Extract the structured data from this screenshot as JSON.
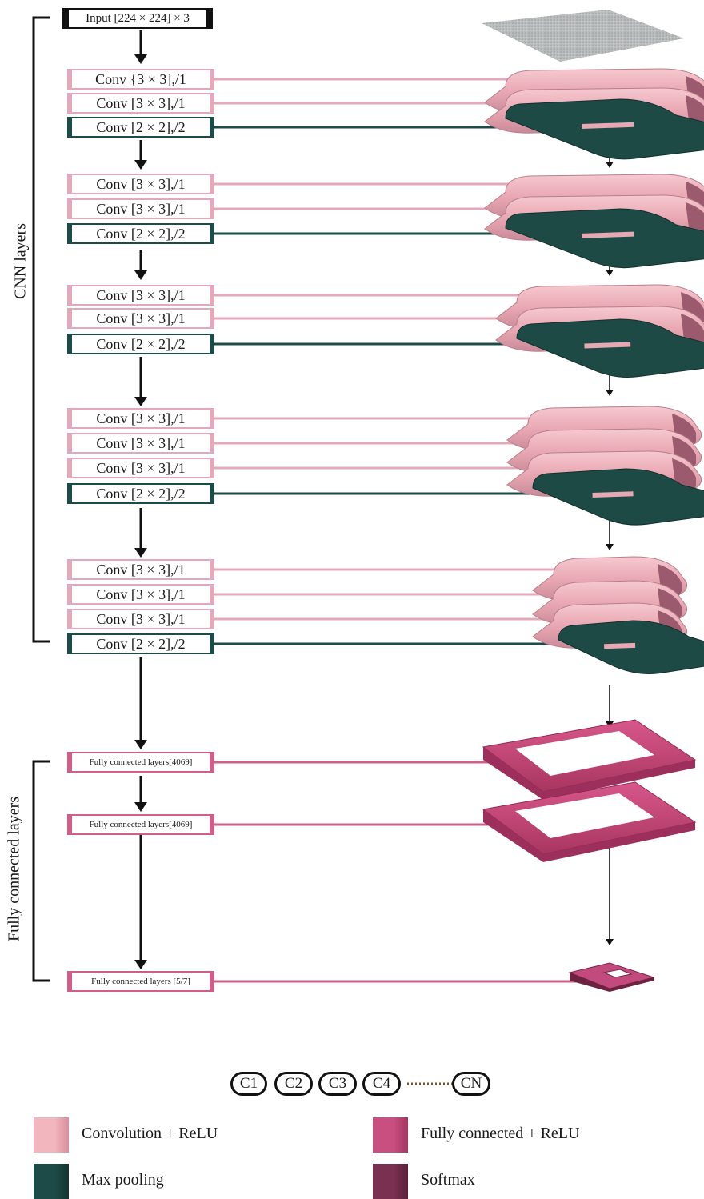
{
  "input": {
    "label": "Input [224 × 224] × 3"
  },
  "side_labels": {
    "cnn": "CNN layers",
    "fc": "Fully connected layers"
  },
  "layers": [
    {
      "label": "Conv {3 × 3],/1",
      "kind": "conv"
    },
    {
      "label": "Conv [3 × 3],/1",
      "kind": "conv"
    },
    {
      "label": "Conv [2 × 2],/2",
      "kind": "pool"
    },
    {
      "label": "Conv [3 × 3],/1",
      "kind": "conv"
    },
    {
      "label": "Conv [3 × 3],/1",
      "kind": "conv"
    },
    {
      "label": "Conv [2 × 2],/2",
      "kind": "pool"
    },
    {
      "label": "Conv [3 × 3],/1",
      "kind": "conv"
    },
    {
      "label": "Conv [3 × 3],/1",
      "kind": "conv"
    },
    {
      "label": "Conv [2 × 2],/2",
      "kind": "pool"
    },
    {
      "label": "Conv [3 × 3],/1",
      "kind": "conv"
    },
    {
      "label": "Conv [3 × 3],/1",
      "kind": "conv"
    },
    {
      "label": "Conv [3 × 3],/1",
      "kind": "conv"
    },
    {
      "label": "Conv [2 × 2],/2",
      "kind": "pool"
    },
    {
      "label": "Conv [3 × 3],/1",
      "kind": "conv"
    },
    {
      "label": "Conv [3 × 3],/1",
      "kind": "conv"
    },
    {
      "label": "Conv [3 × 3],/1",
      "kind": "conv"
    },
    {
      "label": "Conv [2 × 2],/2",
      "kind": "pool"
    },
    {
      "label": "Fully connected layers[4069]",
      "kind": "fc"
    },
    {
      "label": "Fully connected layers[4069]",
      "kind": "fc"
    },
    {
      "label": "Fully connected layers [5/7]",
      "kind": "fc"
    }
  ],
  "classes": [
    "C1",
    "C2",
    "C3",
    "C4",
    "CN"
  ],
  "legend": [
    {
      "label": "Convolution + ReLU",
      "color": "#f2b6be",
      "edge": "#d98e9c"
    },
    {
      "label": "Fully connected + ReLU",
      "color": "#c94f80",
      "edge": "#a23563"
    },
    {
      "label": "Max pooling",
      "color": "#1d4b47",
      "edge": "#143532"
    },
    {
      "label": "Softmax",
      "color": "#7a3050",
      "edge": "#5a2038"
    }
  ],
  "colors": {
    "conv": "#e3a9ba",
    "pool": "#1d4b47",
    "fc": "#cf5f88",
    "conv_slab": "#eeb0bc",
    "pool_slab": "#1e4a46",
    "fc_slab": "#c7467a"
  }
}
